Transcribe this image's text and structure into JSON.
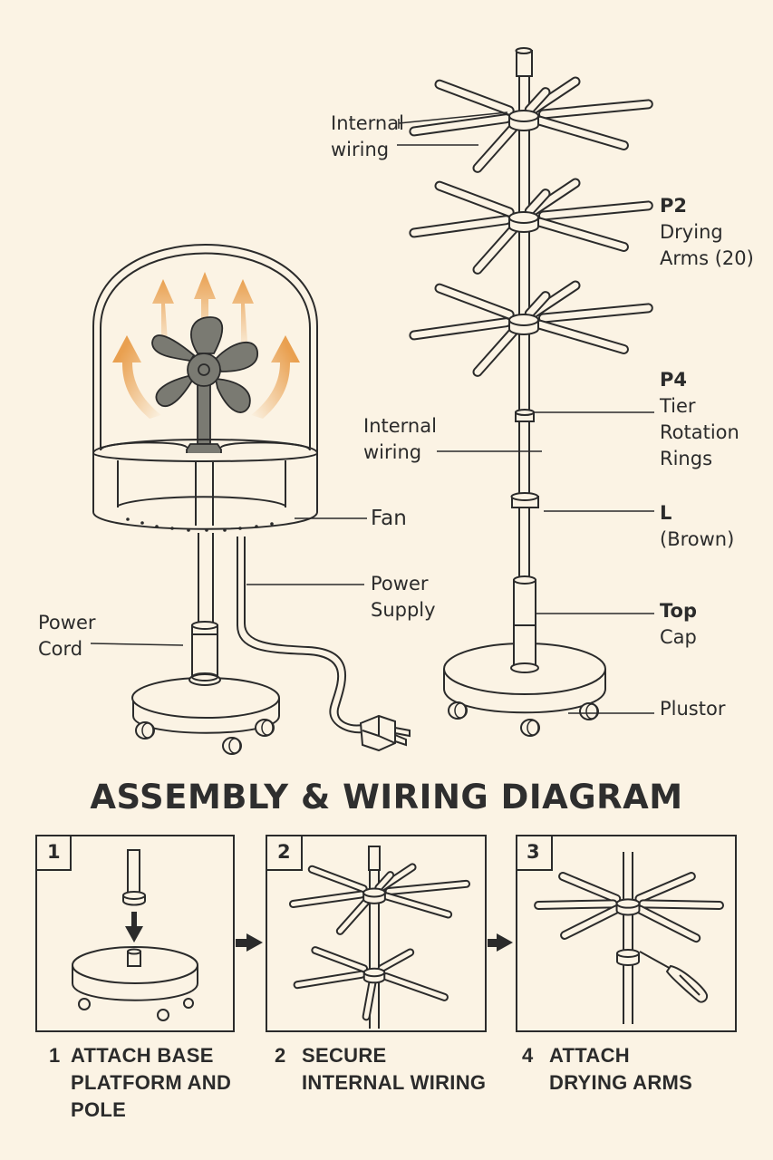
{
  "diagram": {
    "title": "ASSEMBLY & WIRING DIAGRAM",
    "colors": {
      "background": "#fbf3e4",
      "outline": "#2b2b2b",
      "fan_gray": "#7a7a72",
      "airflow_orange": "#e9a050"
    },
    "labels": {
      "internal_wiring_top": [
        "Internal",
        "wiring"
      ],
      "p2": {
        "code": "P2",
        "lines": [
          "Drying",
          "Arms (20)"
        ]
      },
      "p4": {
        "code": "P4",
        "lines": [
          "Tier",
          "Rotation",
          "Rings"
        ]
      },
      "internal_wiring_mid": [
        "Internal",
        "wiring"
      ],
      "l": {
        "code": "L",
        "lines": [
          "(Brown)"
        ]
      },
      "top_cap": {
        "lines": [
          "Top",
          "Cap"
        ]
      },
      "plustor": "Plustor",
      "fan": "Fan",
      "power_supply": [
        "Power",
        "Supply"
      ],
      "power_cord": [
        "Power",
        "Cord"
      ]
    },
    "steps": [
      {
        "panel_number": "1",
        "caption_number": "1",
        "caption": [
          "ATTACH BASE",
          "PLATFORM AND",
          "POLE"
        ]
      },
      {
        "panel_number": "2",
        "caption_number": "2",
        "caption": [
          "SECURE",
          "INTERNAL WIRING"
        ]
      },
      {
        "panel_number": "3",
        "caption_number": "4",
        "caption": [
          "ATTACH",
          "DRYING ARMS"
        ]
      }
    ],
    "icons": [
      "fan-icon",
      "airflow-arrow-icon",
      "plug-icon",
      "down-arrow-icon",
      "right-arrow-icon",
      "screwdriver-icon",
      "caster-wheel-icon"
    ]
  }
}
